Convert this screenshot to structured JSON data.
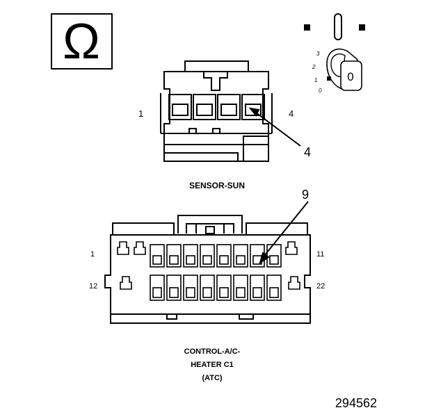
{
  "ohmmeter": {
    "symbol": "Ω"
  },
  "ignition_switch": {
    "positions": [
      "3",
      "2",
      "1",
      "0"
    ],
    "key_label": "0"
  },
  "sensor_sun": {
    "title": "SENSOR-SUN",
    "pin_left": "1",
    "pin_right": "4",
    "callout": "4"
  },
  "control_ac_heater": {
    "title_line1": "CONTROL-A/C-",
    "title_line2": "HEATER C1",
    "title_line3": "(ATC)",
    "pin_top_left": "1",
    "pin_top_right": "11",
    "pin_bottom_left": "12",
    "pin_bottom_right": "22",
    "callout": "9"
  },
  "figure_number": "294562"
}
